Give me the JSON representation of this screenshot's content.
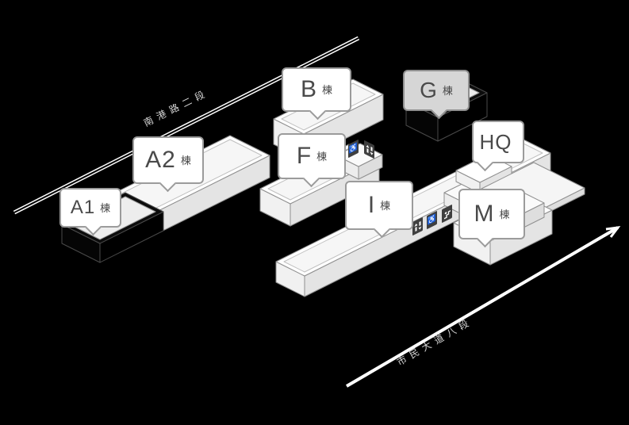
{
  "roads": [
    {
      "label": "南港路二段"
    },
    {
      "label": "市民大道八段"
    }
  ],
  "buildings": [
    {
      "name": "A1",
      "suffix": "棟",
      "style": "dark"
    },
    {
      "name": "A2",
      "suffix": "棟",
      "style": "light"
    },
    {
      "name": "B",
      "suffix": "棟",
      "style": "light"
    },
    {
      "name": "F",
      "suffix": "棟",
      "style": "light"
    },
    {
      "name": "G",
      "suffix": "棟",
      "style": "dark"
    },
    {
      "name": "HQ",
      "suffix": "",
      "style": "light"
    },
    {
      "name": "I",
      "suffix": "棟",
      "style": "light"
    },
    {
      "name": "M",
      "suffix": "棟",
      "style": "light"
    }
  ],
  "facility_icons": [
    {
      "building": "F",
      "icons": [
        "elevator",
        "wheelchair-access",
        "elevator"
      ]
    },
    {
      "building": "I",
      "icons": [
        "elevator",
        "wheelchair-access",
        "escalator"
      ]
    }
  ],
  "glyphs": {
    "wheelchair": "♿"
  },
  "colors": {
    "background": "#000000",
    "bubble_fill": "#ffffff",
    "bubble_fill_dim": "#d6d6d6",
    "bubble_border": "#9b9b9b",
    "bubble_text": "#4a4a4a",
    "building_light_top": "#ffffff",
    "building_light_wall": "#e4e4e4",
    "building_dark": "#000000",
    "road_line": "#ffffff",
    "road_text": "#d4d4d4",
    "icon_plate": "#3f3f3f"
  }
}
